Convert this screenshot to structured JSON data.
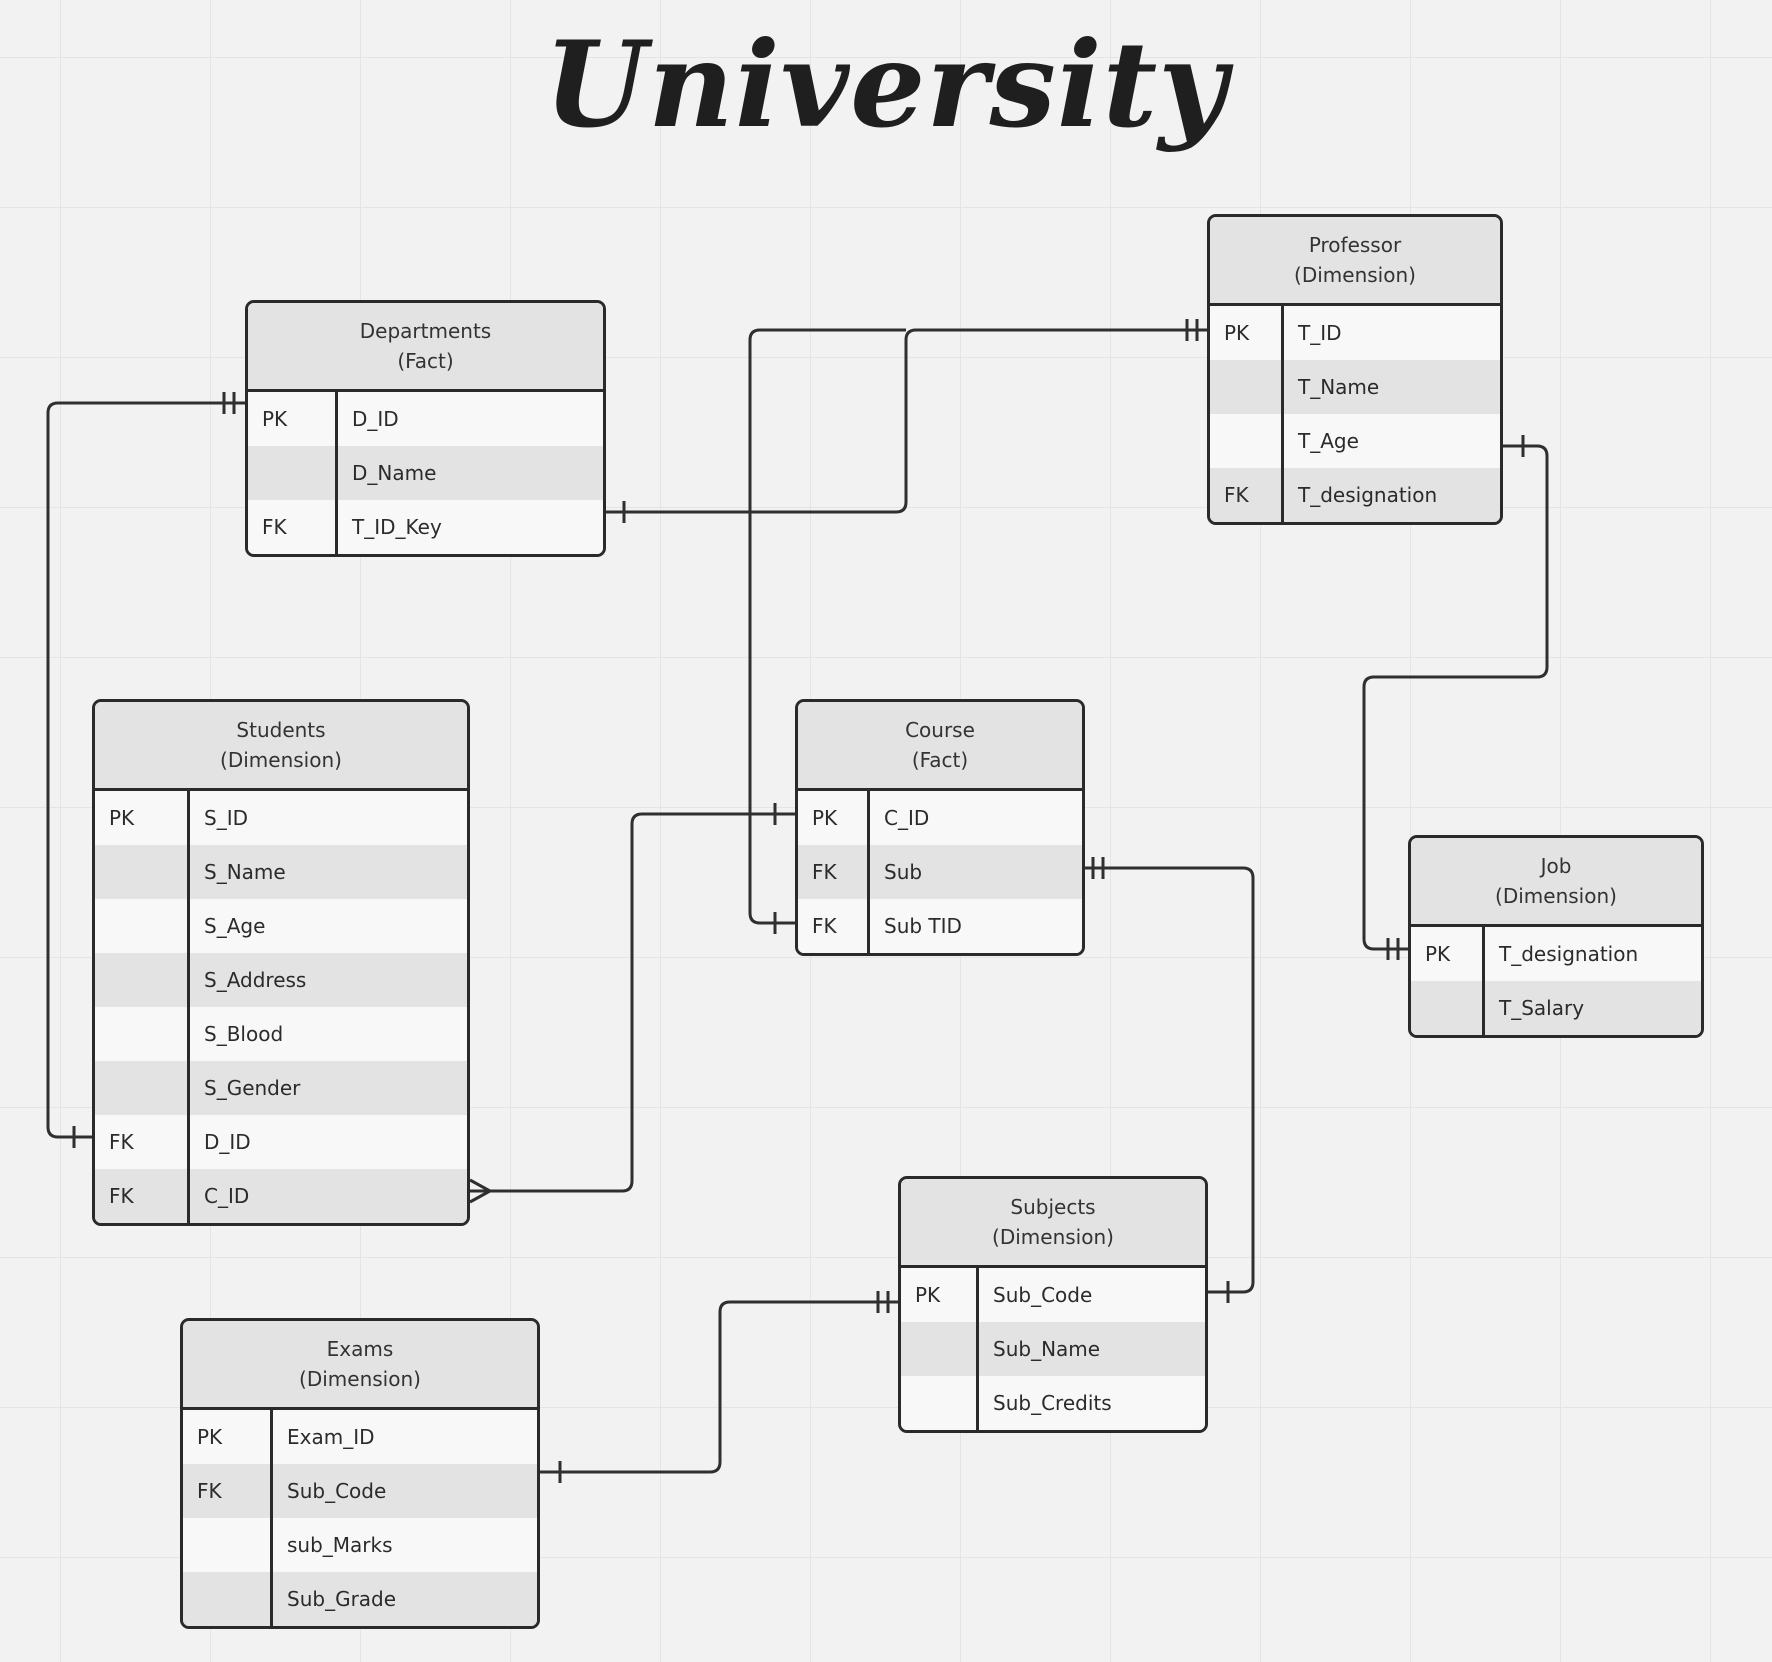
{
  "title": "University",
  "entities": {
    "departments": {
      "name": "Departments",
      "type": "(Fact)",
      "rows": [
        {
          "key": "PK",
          "field": "D_ID"
        },
        {
          "key": "",
          "field": "D_Name"
        },
        {
          "key": "FK",
          "field": "T_ID_Key"
        }
      ]
    },
    "professor": {
      "name": "Professor",
      "type": "(Dimension)",
      "rows": [
        {
          "key": "PK",
          "field": "T_ID"
        },
        {
          "key": "",
          "field": "T_Name"
        },
        {
          "key": "",
          "field": "T_Age"
        },
        {
          "key": "FK",
          "field": "T_designation"
        }
      ]
    },
    "students": {
      "name": "Students",
      "type": "(Dimension)",
      "rows": [
        {
          "key": "PK",
          "field": "S_ID"
        },
        {
          "key": "",
          "field": "S_Name"
        },
        {
          "key": "",
          "field": "S_Age"
        },
        {
          "key": "",
          "field": "S_Address"
        },
        {
          "key": "",
          "field": "S_Blood"
        },
        {
          "key": "",
          "field": "S_Gender"
        },
        {
          "key": "FK",
          "field": "D_ID"
        },
        {
          "key": "FK",
          "field": "C_ID"
        }
      ]
    },
    "course": {
      "name": "Course",
      "type": "(Fact)",
      "rows": [
        {
          "key": "PK",
          "field": "C_ID"
        },
        {
          "key": "FK",
          "field": "Sub"
        },
        {
          "key": "FK",
          "field": "Sub TID"
        }
      ]
    },
    "job": {
      "name": "Job",
      "type": "(Dimension)",
      "rows": [
        {
          "key": "PK",
          "field": "T_designation"
        },
        {
          "key": "",
          "field": "T_Salary"
        }
      ]
    },
    "subjects": {
      "name": "Subjects",
      "type": "(Dimension)",
      "rows": [
        {
          "key": "PK",
          "field": "Sub_Code"
        },
        {
          "key": "",
          "field": "Sub_Name"
        },
        {
          "key": "",
          "field": "Sub_Credits"
        }
      ]
    },
    "exams": {
      "name": "Exams",
      "type": "(Dimension)",
      "rows": [
        {
          "key": "PK",
          "field": "Exam_ID"
        },
        {
          "key": "FK",
          "field": "Sub_Code"
        },
        {
          "key": "",
          "field": "sub_Marks"
        },
        {
          "key": "",
          "field": "Sub_Grade"
        }
      ]
    }
  }
}
